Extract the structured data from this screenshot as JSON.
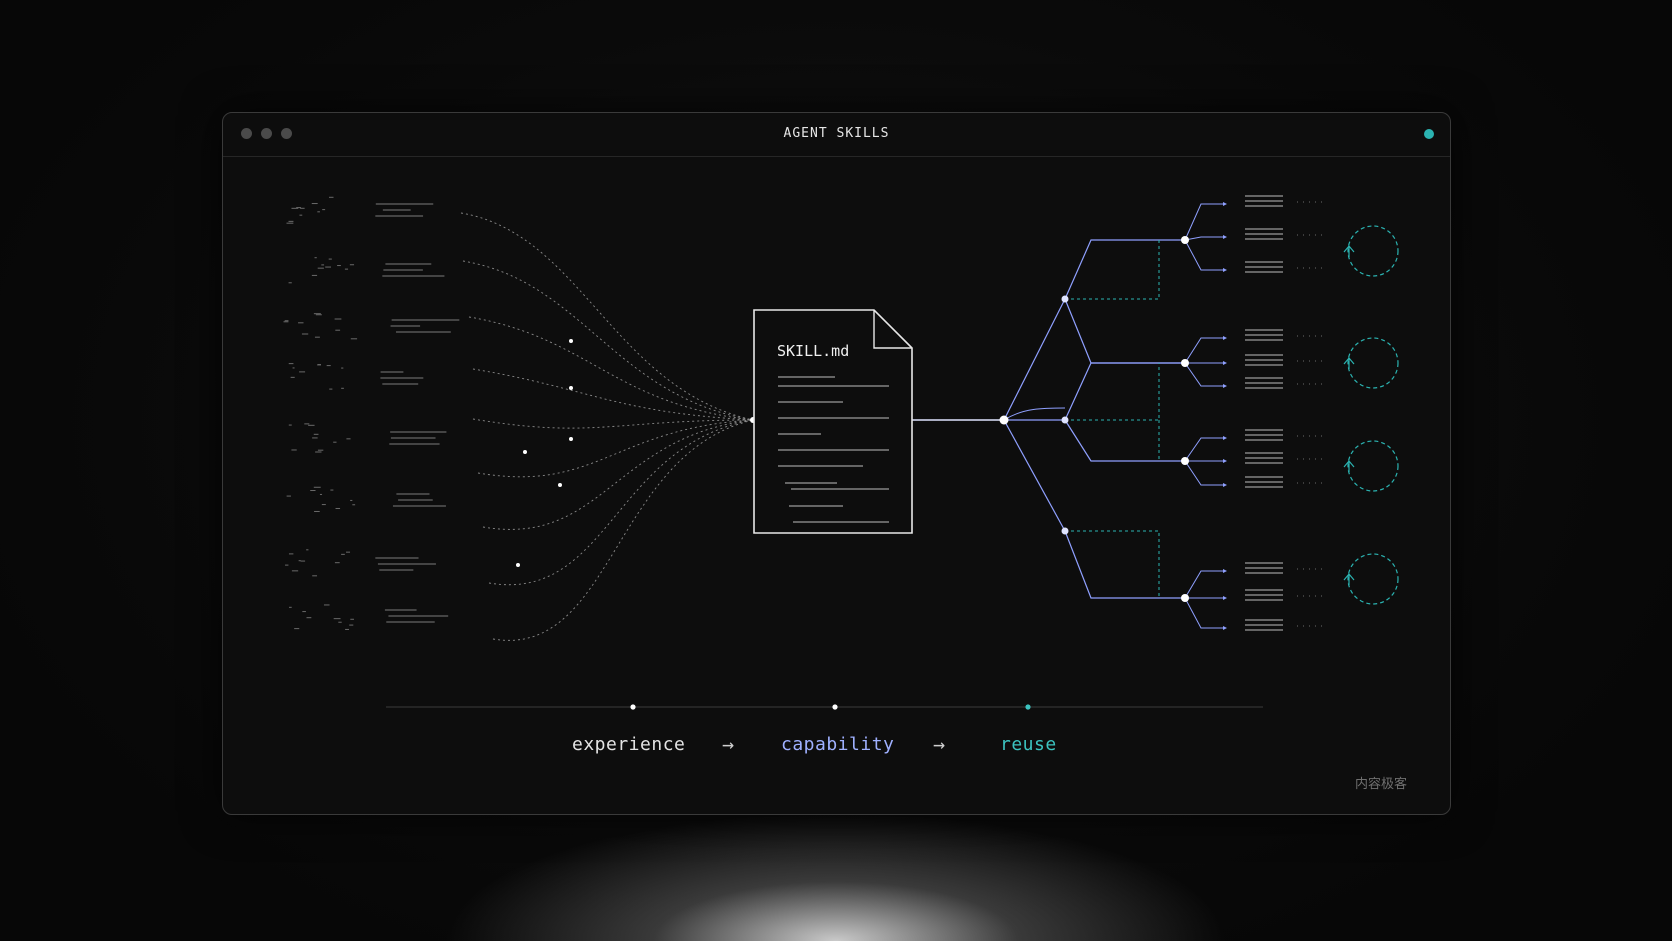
{
  "window": {
    "title": "AGENT SKILLS",
    "status_color": "#2bb3b1"
  },
  "document": {
    "filename": "SKILL.md"
  },
  "flow": {
    "steps": [
      "experience",
      "capability",
      "reuse"
    ],
    "arrow": "→",
    "colors": [
      "#e4e4e4",
      "#9fb0ff",
      "#3cc3c0"
    ]
  },
  "watermark": "内容极客",
  "colors": {
    "accent_blue": "#8fa0ff",
    "accent_teal": "#2bb3b1",
    "line_gray": "#9a9a9a"
  }
}
